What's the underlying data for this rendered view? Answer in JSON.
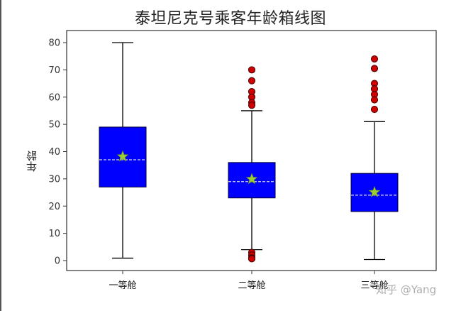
{
  "chart_data": {
    "type": "boxplot",
    "title": "泰坦尼克号乘客年龄箱线图",
    "xlabel": "",
    "ylabel": "年龄",
    "ylim": [
      -3,
      84
    ],
    "yticks": [
      0,
      10,
      20,
      30,
      40,
      50,
      60,
      70,
      80
    ],
    "grid": false,
    "categories": [
      "一等舱",
      "二等舱",
      "三等舱"
    ],
    "series": [
      {
        "name": "一等舱",
        "whisker_low": 0.9,
        "q1": 27,
        "median": 37,
        "q3": 49,
        "whisker_high": 80,
        "mean": 38.2,
        "outliers": []
      },
      {
        "name": "二等舱",
        "whisker_low": 4,
        "q1": 23,
        "median": 29,
        "q3": 36,
        "whisker_high": 55,
        "mean": 29.9,
        "outliers": [
          70,
          66,
          62,
          60,
          58,
          57,
          3,
          2,
          1,
          0.83,
          0.67
        ]
      },
      {
        "name": "三等舱",
        "whisker_low": 0.4,
        "q1": 18,
        "median": 24,
        "q3": 32,
        "whisker_high": 51,
        "mean": 25.1,
        "outliers": [
          74,
          70.5,
          65,
          63,
          61,
          59,
          55.5
        ]
      }
    ],
    "style": {
      "box_color": "#0000ff",
      "median_color": "#d8d8f0",
      "mean_marker_color": "#9acd32",
      "outlier_color": "#cc0000",
      "line_color": "#000000"
    }
  },
  "watermark": "知乎 @Yang"
}
